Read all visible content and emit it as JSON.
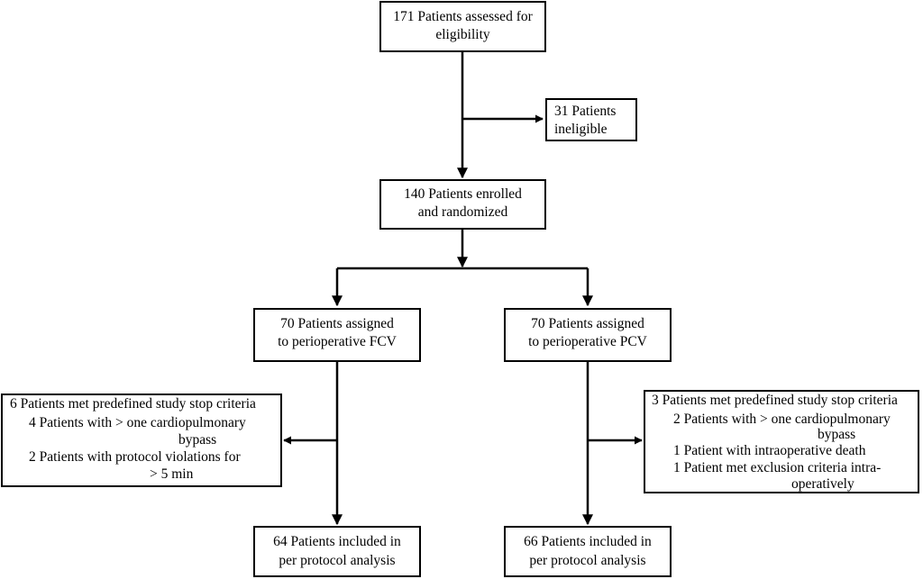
{
  "flow": {
    "assessed": {
      "line1": "171 Patients assessed for",
      "line2": "eligibility"
    },
    "ineligible": {
      "line1": "31 Patients",
      "line2": "ineligible"
    },
    "enrolled": {
      "line1": "140 Patients enrolled",
      "line2": "and randomized"
    },
    "fcv_assigned": {
      "line1": "70 Patients assigned",
      "line2": "to perioperative FCV"
    },
    "pcv_assigned": {
      "line1": "70 Patients assigned",
      "line2": "to perioperative PCV"
    },
    "fcv_stop": {
      "line1": "6 Patients met predefined study stop criteria",
      "line2": "4 Patients with > one cardiopulmonary",
      "line3": "bypass",
      "line4": "2 Patients with protocol violations for",
      "line5": "> 5 min"
    },
    "pcv_stop": {
      "line1": "3 Patients met predefined study stop criteria",
      "line2": "2 Patients with > one cardiopulmonary",
      "line3": "bypass",
      "line4": "1 Patient with intraoperative death",
      "line5": "1 Patient met exclusion criteria intra-",
      "line6": "operatively"
    },
    "fcv_included": {
      "line1": "64 Patients included in",
      "line2": "per protocol analysis"
    },
    "pcv_included": {
      "line1": "66 Patients included in",
      "line2": "per protocol analysis"
    }
  }
}
